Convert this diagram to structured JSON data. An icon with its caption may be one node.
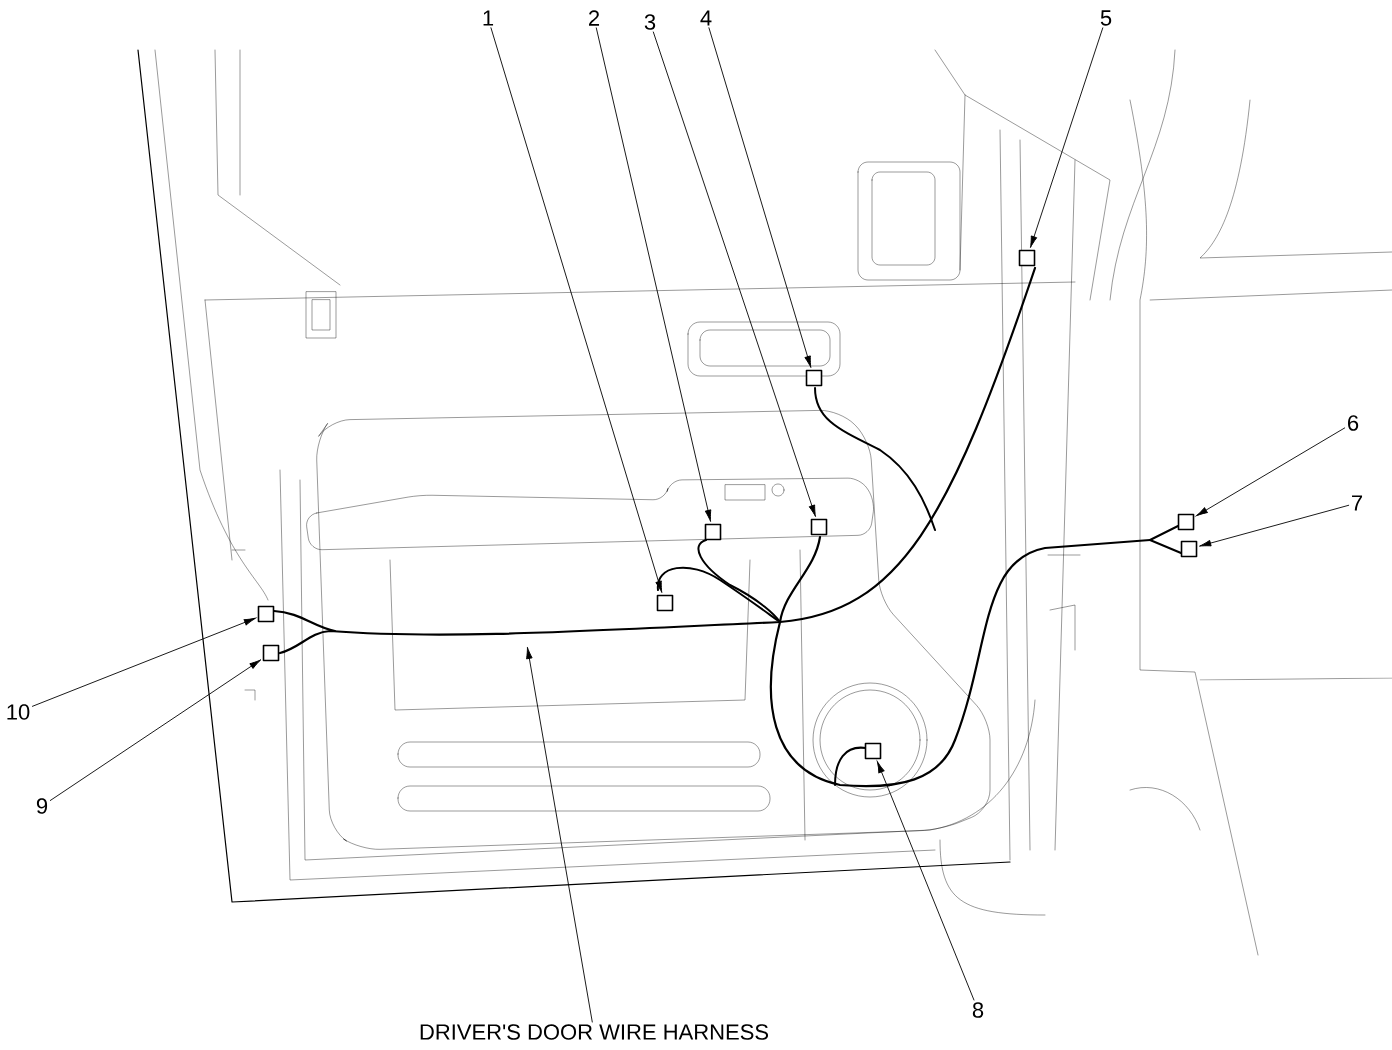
{
  "diagram": {
    "nodes": [
      {
        "text": [
          "1"
        ]
      },
      {
        "text": [
          "2"
        ]
      },
      {
        "text": [
          "3"
        ]
      },
      {
        "text": [
          "4"
        ]
      },
      {
        "text": [
          "5"
        ]
      },
      {
        "text": [
          "6"
        ]
      },
      {
        "text": [
          "7"
        ]
      },
      {
        "text": [
          "8"
        ]
      },
      {
        "text": [
          "9"
        ]
      },
      {
        "text": [
          "10"
        ]
      },
      {
        "text": [
          "DRIVER'S DOOR WIRE HARNESS"
        ]
      },
      {
        "text": [],
        "shape": "box"
      },
      {
        "text": [],
        "shape": "box"
      },
      {
        "text": [],
        "shape": "box"
      },
      {
        "text": [],
        "shape": "box"
      },
      {
        "text": [],
        "shape": "box"
      },
      {
        "text": [],
        "shape": "box"
      },
      {
        "text": [],
        "shape": "box"
      },
      {
        "text": [],
        "shape": "box"
      },
      {
        "text": [],
        "shape": "box"
      },
      {
        "text": [],
        "shape": "box"
      }
    ],
    "edges": [
      {
        "from": 0,
        "to": 13,
        "arrow": "to"
      },
      {
        "from": 1,
        "to": 14,
        "arrow": "to"
      },
      {
        "from": 2,
        "to": 16,
        "arrow": "to"
      },
      {
        "from": 3,
        "to": 15,
        "arrow": "to"
      },
      {
        "from": 4,
        "to": 18,
        "arrow": "to"
      },
      {
        "from": 5,
        "to": 19,
        "arrow": "to"
      },
      {
        "from": 6,
        "to": 20,
        "arrow": "to"
      },
      {
        "from": 7,
        "to": 17,
        "arrow": "to"
      },
      {
        "from": 8,
        "to": 12,
        "arrow": "to"
      },
      {
        "from": 9,
        "to": 11,
        "arrow": "to"
      },
      {
        "from": 10,
        "to": null,
        "arrow": "to"
      }
    ]
  }
}
